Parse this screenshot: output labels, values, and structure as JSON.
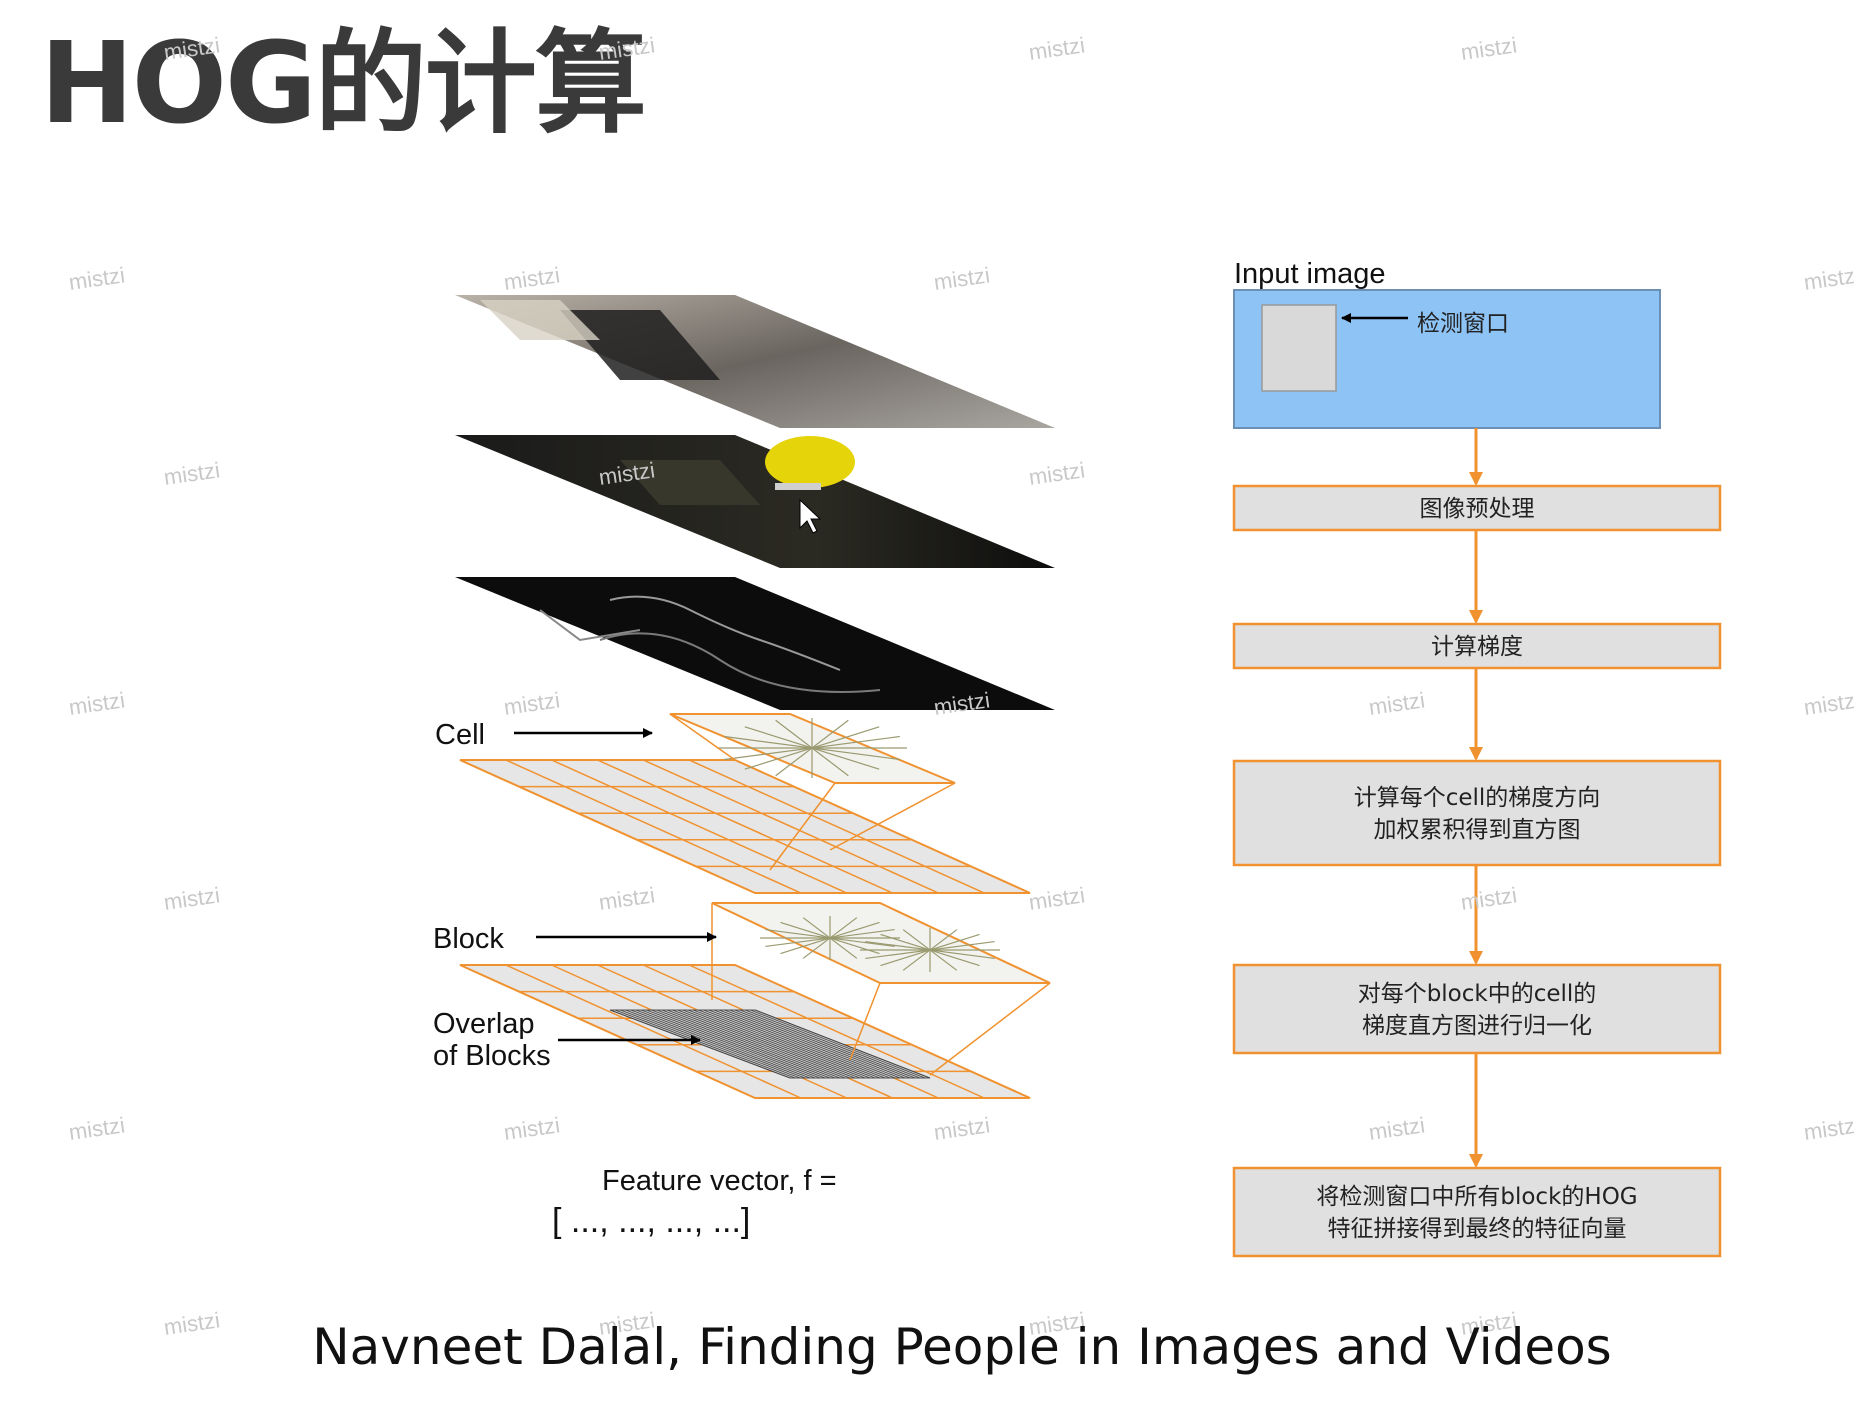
{
  "title": "HOG的计算",
  "labels": {
    "input_image": "Input image",
    "detect_window": "检测窗口",
    "cell": "Cell",
    "block": "Block",
    "overlap_line1": "Overlap",
    "overlap_line2": "of Blocks",
    "feature_line1": "Feature vector, f =",
    "feature_line2": "[ ..., ..., ...,            ...]"
  },
  "flow_steps": [
    {
      "lines": [
        "图像预处理"
      ]
    },
    {
      "lines": [
        "计算梯度"
      ]
    },
    {
      "lines": [
        "计算每个cell的梯度方向",
        "加权累积得到直方图"
      ]
    },
    {
      "lines": [
        "对每个block中的cell的",
        "梯度直方图进行归一化"
      ]
    },
    {
      "lines": [
        "将检测窗口中所有block的HOG",
        "特征拼接得到最终的特征向量"
      ]
    }
  ],
  "citation": "Navneet Dalal, Finding People in Images and Videos",
  "watermark": "mistzi",
  "colors": {
    "accent_orange": "#f0922f",
    "input_blue": "#8ec3f5",
    "step_fill": "#e0e0e0",
    "grid_fill": "#e6e6e6"
  }
}
